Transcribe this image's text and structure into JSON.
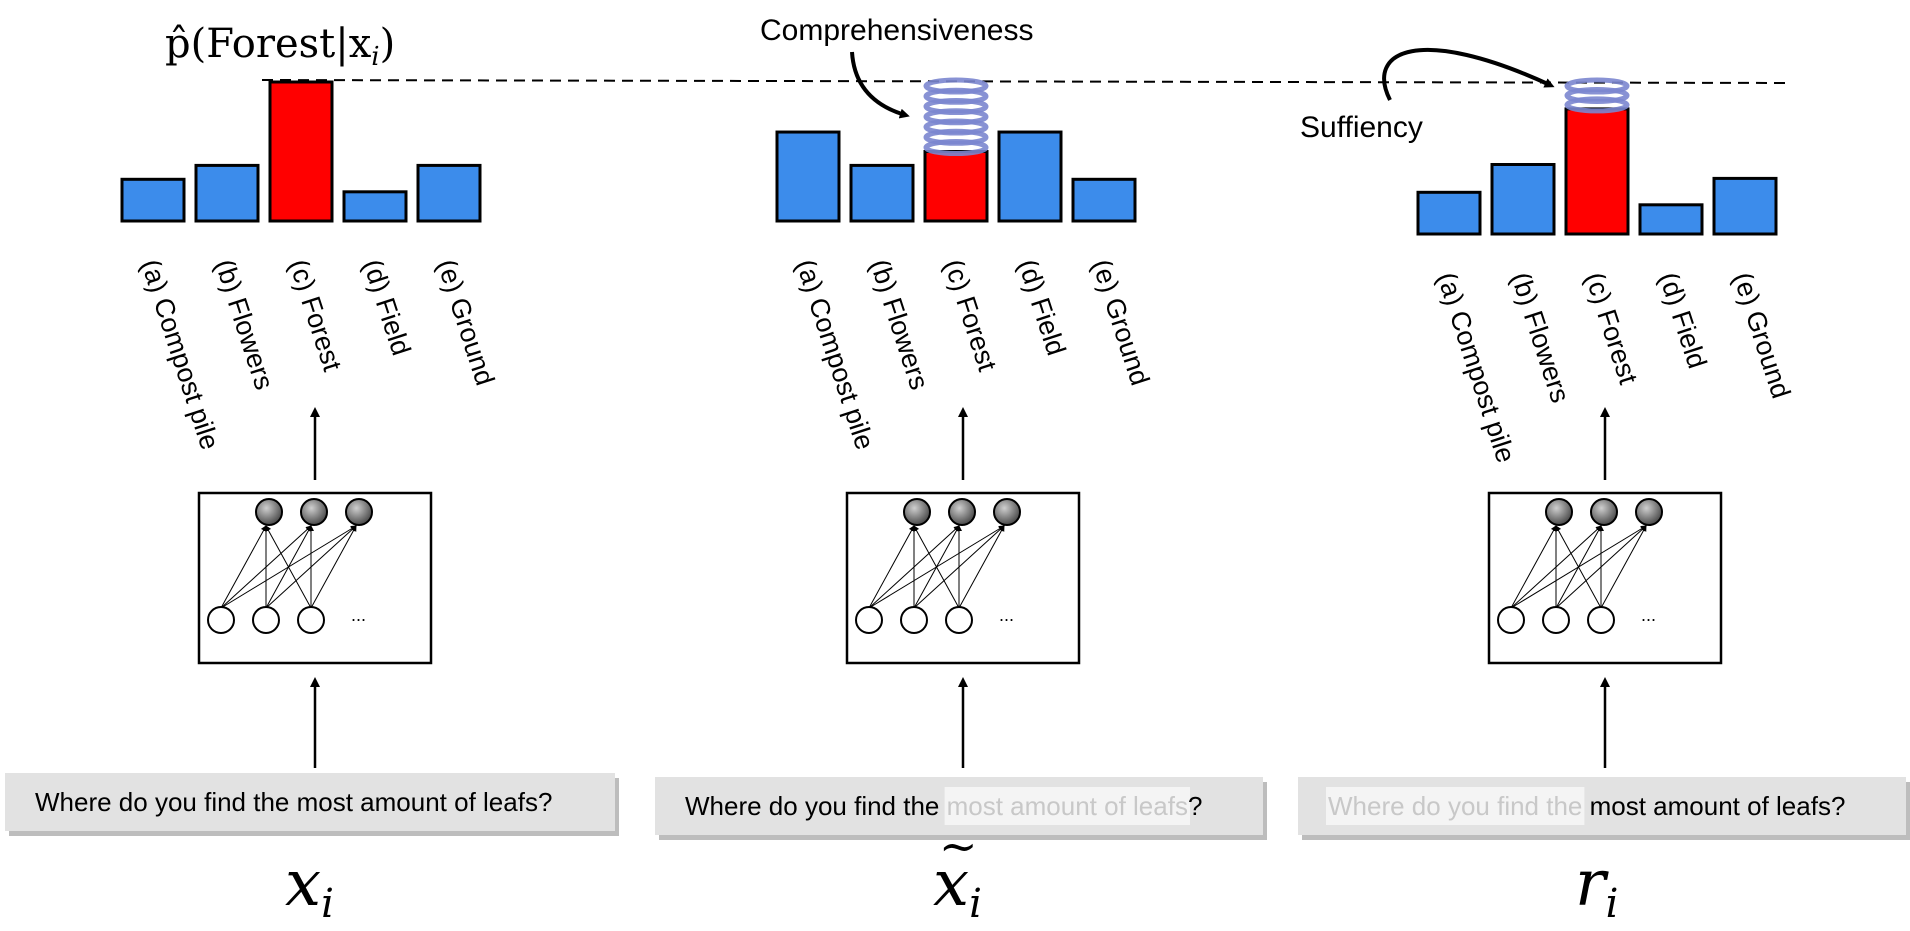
{
  "header_label": "p̂(Forest|x",
  "header_label_sub": "i",
  "header_label_close": ")",
  "annotations": {
    "comprehensiveness": "Comprehensiveness",
    "sufficiency": "Suffiency"
  },
  "categories": [
    "(a) Compost pile",
    "(b) Flowers",
    "(c) Forest",
    "(d) Field",
    "(e) Ground"
  ],
  "colors": {
    "bar": "#3C8CEB",
    "highlight": "#FF0000",
    "spring": "#7B86CF",
    "text_box": "#E2E2E2",
    "masked_fill": "#F4F4F4",
    "masked_text": "#C8C8C8"
  },
  "panels": [
    {
      "id": "original",
      "bars": [
        0.3,
        0.4,
        1.0,
        0.21,
        0.4
      ],
      "baseline_drop": 0.0,
      "highlight_index": 2,
      "question": {
        "pre": "Where do you find the most amount of leafs?",
        "masked": "",
        "post": ""
      },
      "symbol": "x",
      "symbol_sub": "i",
      "symbol_accent": ""
    },
    {
      "id": "comprehensiveness",
      "bars": [
        0.64,
        0.4,
        0.5,
        0.64,
        0.3
      ],
      "baseline_drop": 0.0,
      "highlight_index": 2,
      "question": {
        "pre": "Where do you find the ",
        "masked": "most amount of leafs",
        "post": "?"
      },
      "symbol": "x",
      "symbol_sub": "i",
      "symbol_accent": "~"
    },
    {
      "id": "sufficiency",
      "bars": [
        0.3,
        0.5,
        0.9,
        0.21,
        0.4
      ],
      "baseline_drop": 0.0,
      "highlight_index": 2,
      "question": {
        "pre": "",
        "masked": "Where do you find the",
        "post": " most amount of leafs?"
      },
      "symbol": "r",
      "symbol_sub": "i",
      "symbol_accent": ""
    }
  ],
  "network": {
    "ellipsis": "..."
  }
}
